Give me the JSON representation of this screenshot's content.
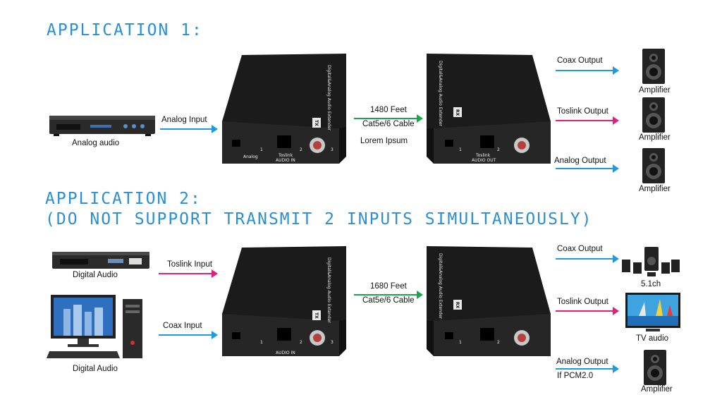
{
  "app1": {
    "title": "APPLICATION 1:",
    "source_label": "Analog audio",
    "input_label": "Analog Input",
    "cable_length": "1480 Feet",
    "cable_type": "Cat5e/6 Cable",
    "note": "Lorem Ipsum",
    "outputs": [
      {
        "label": "Coax Output",
        "device": "Amplifier"
      },
      {
        "label": "Toslink Output",
        "device": "Amplifier"
      },
      {
        "label": "Analog Output",
        "device": "Amplifier"
      }
    ]
  },
  "app2": {
    "title_line1": "APPLICATION 2:",
    "title_line2": "(DO NOT SUPPORT TRANSMIT 2 INPUTS SIMULTANEOUSLY)",
    "sources": [
      {
        "label": "Digital Audio",
        "input_label": "Toslink Input"
      },
      {
        "label": "Digital Audio",
        "input_label": "Coax Input"
      }
    ],
    "cable_length": "1680 Feet",
    "cable_type": "Cat5e/6 Cable",
    "outputs": [
      {
        "label": "Coax Output",
        "device": "5.1ch"
      },
      {
        "label": "Toslink Output",
        "device": "TV audio"
      },
      {
        "label": "Analog Output",
        "note": "If PCM2.0",
        "device": "Amplifier"
      }
    ]
  },
  "device": {
    "tx_side_text": "Digital&Analog Audio Extender",
    "tx_badge": "TX",
    "rx_badge": "RX",
    "port_analog": "Analog",
    "port_toslink": "Toslink",
    "port_num_1": "1",
    "port_num_2": "2",
    "port_num_3": "3",
    "audio_in": "AUDIO IN",
    "audio_out": "AUDIO OUT"
  },
  "colors": {
    "title": "#2b8fd6",
    "arrow_blue": "#1e9be0",
    "arrow_pink": "#e0207a",
    "arrow_green": "#1aa64b",
    "device_body": "#1a1a1a"
  }
}
